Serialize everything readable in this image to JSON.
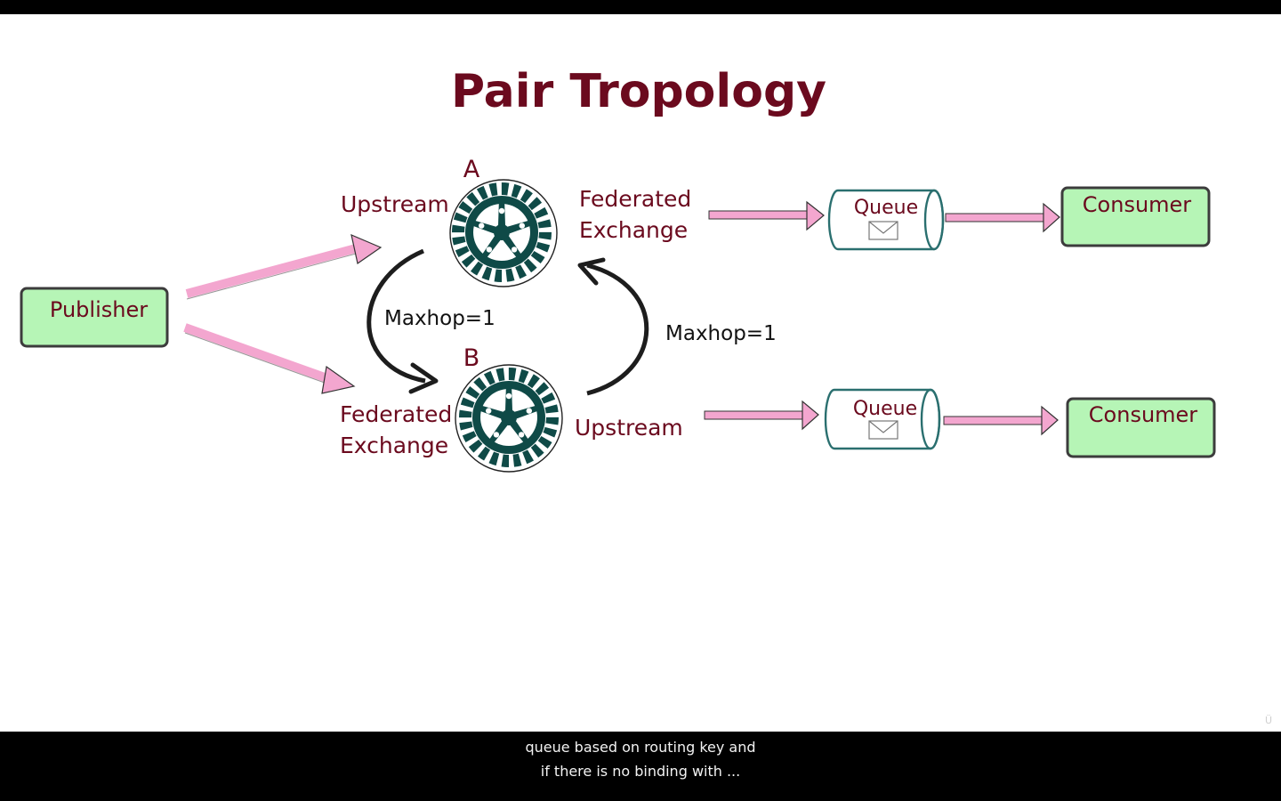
{
  "title": "Pair Tropology",
  "nodes": {
    "a": {
      "letter": "A"
    },
    "b": {
      "letter": "B"
    }
  },
  "labels": {
    "a_left": "Upstream",
    "a_right_line1": "Federated",
    "a_right_line2": "Exchange",
    "b_left_line1": "Federated",
    "b_left_line2": "Exchange",
    "b_right": "Upstream",
    "hop_left": "Maxhop=1",
    "hop_right": "Maxhop=1"
  },
  "publisher": {
    "label": "Publisher"
  },
  "queues": [
    {
      "label": "Queue"
    },
    {
      "label": "Queue"
    }
  ],
  "consumers": [
    {
      "label": "Consumer"
    },
    {
      "label": "Consumer"
    }
  ],
  "subtitles": {
    "line1": "queue based on routing key and",
    "line2": "if there is no binding with ..."
  },
  "colors": {
    "title": "#6b0a1e",
    "box_fill": "#b6f5b6",
    "box_stroke": "#3c3c3c",
    "arrow_pink": "#f3a6cf",
    "gear": "#0f4a47",
    "queue_stroke": "#2a6f6f"
  }
}
